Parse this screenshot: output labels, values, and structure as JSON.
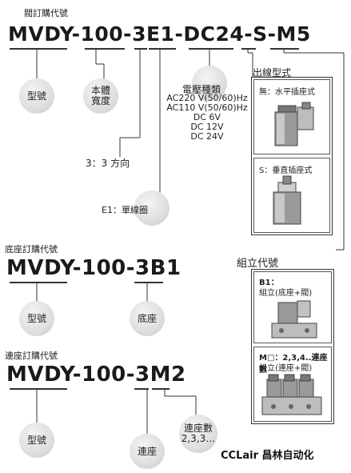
{
  "valve": {
    "section_title": "閥訂購代號",
    "code_parts": [
      "MVDY",
      "-",
      "100",
      "-",
      "3",
      "E1",
      "-",
      "DC24",
      "-",
      "S",
      "-",
      "M5"
    ],
    "label_model": "型號",
    "label_width_1": "本體",
    "label_width_2": "寬度",
    "direction": "3：3 方向",
    "coil": "E1：單線圈",
    "voltage_title": "電壓種類",
    "voltages": [
      "AC220 V(50/60)Hz",
      "AC110 V(50/60)Hz",
      "DC 6V",
      "DC 12V",
      "DC 24V"
    ],
    "outlet_title": "出線型式",
    "outlet_none": "無：水平插座式",
    "outlet_s": "S：垂直插座式"
  },
  "base": {
    "section_title": "底座訂購代號",
    "code": "MVDY-100-3B1",
    "label_model": "型號",
    "label_base": "底座"
  },
  "manifold": {
    "section_title": "連座訂購代號",
    "code": "MVDY-100-3M2",
    "label_model": "型號",
    "label_manifold": "連座",
    "label_count_1": "連座數",
    "label_count_2": "2,3,3…"
  },
  "assembly": {
    "title": "組立代號",
    "b1_code": "B1：",
    "b1_desc": "組立(底座+閥)",
    "m_code": "M□：2,3,4..連座數",
    "m_desc": "組立(連座+閥)"
  },
  "brand": "CCLair 昌林自动化"
}
